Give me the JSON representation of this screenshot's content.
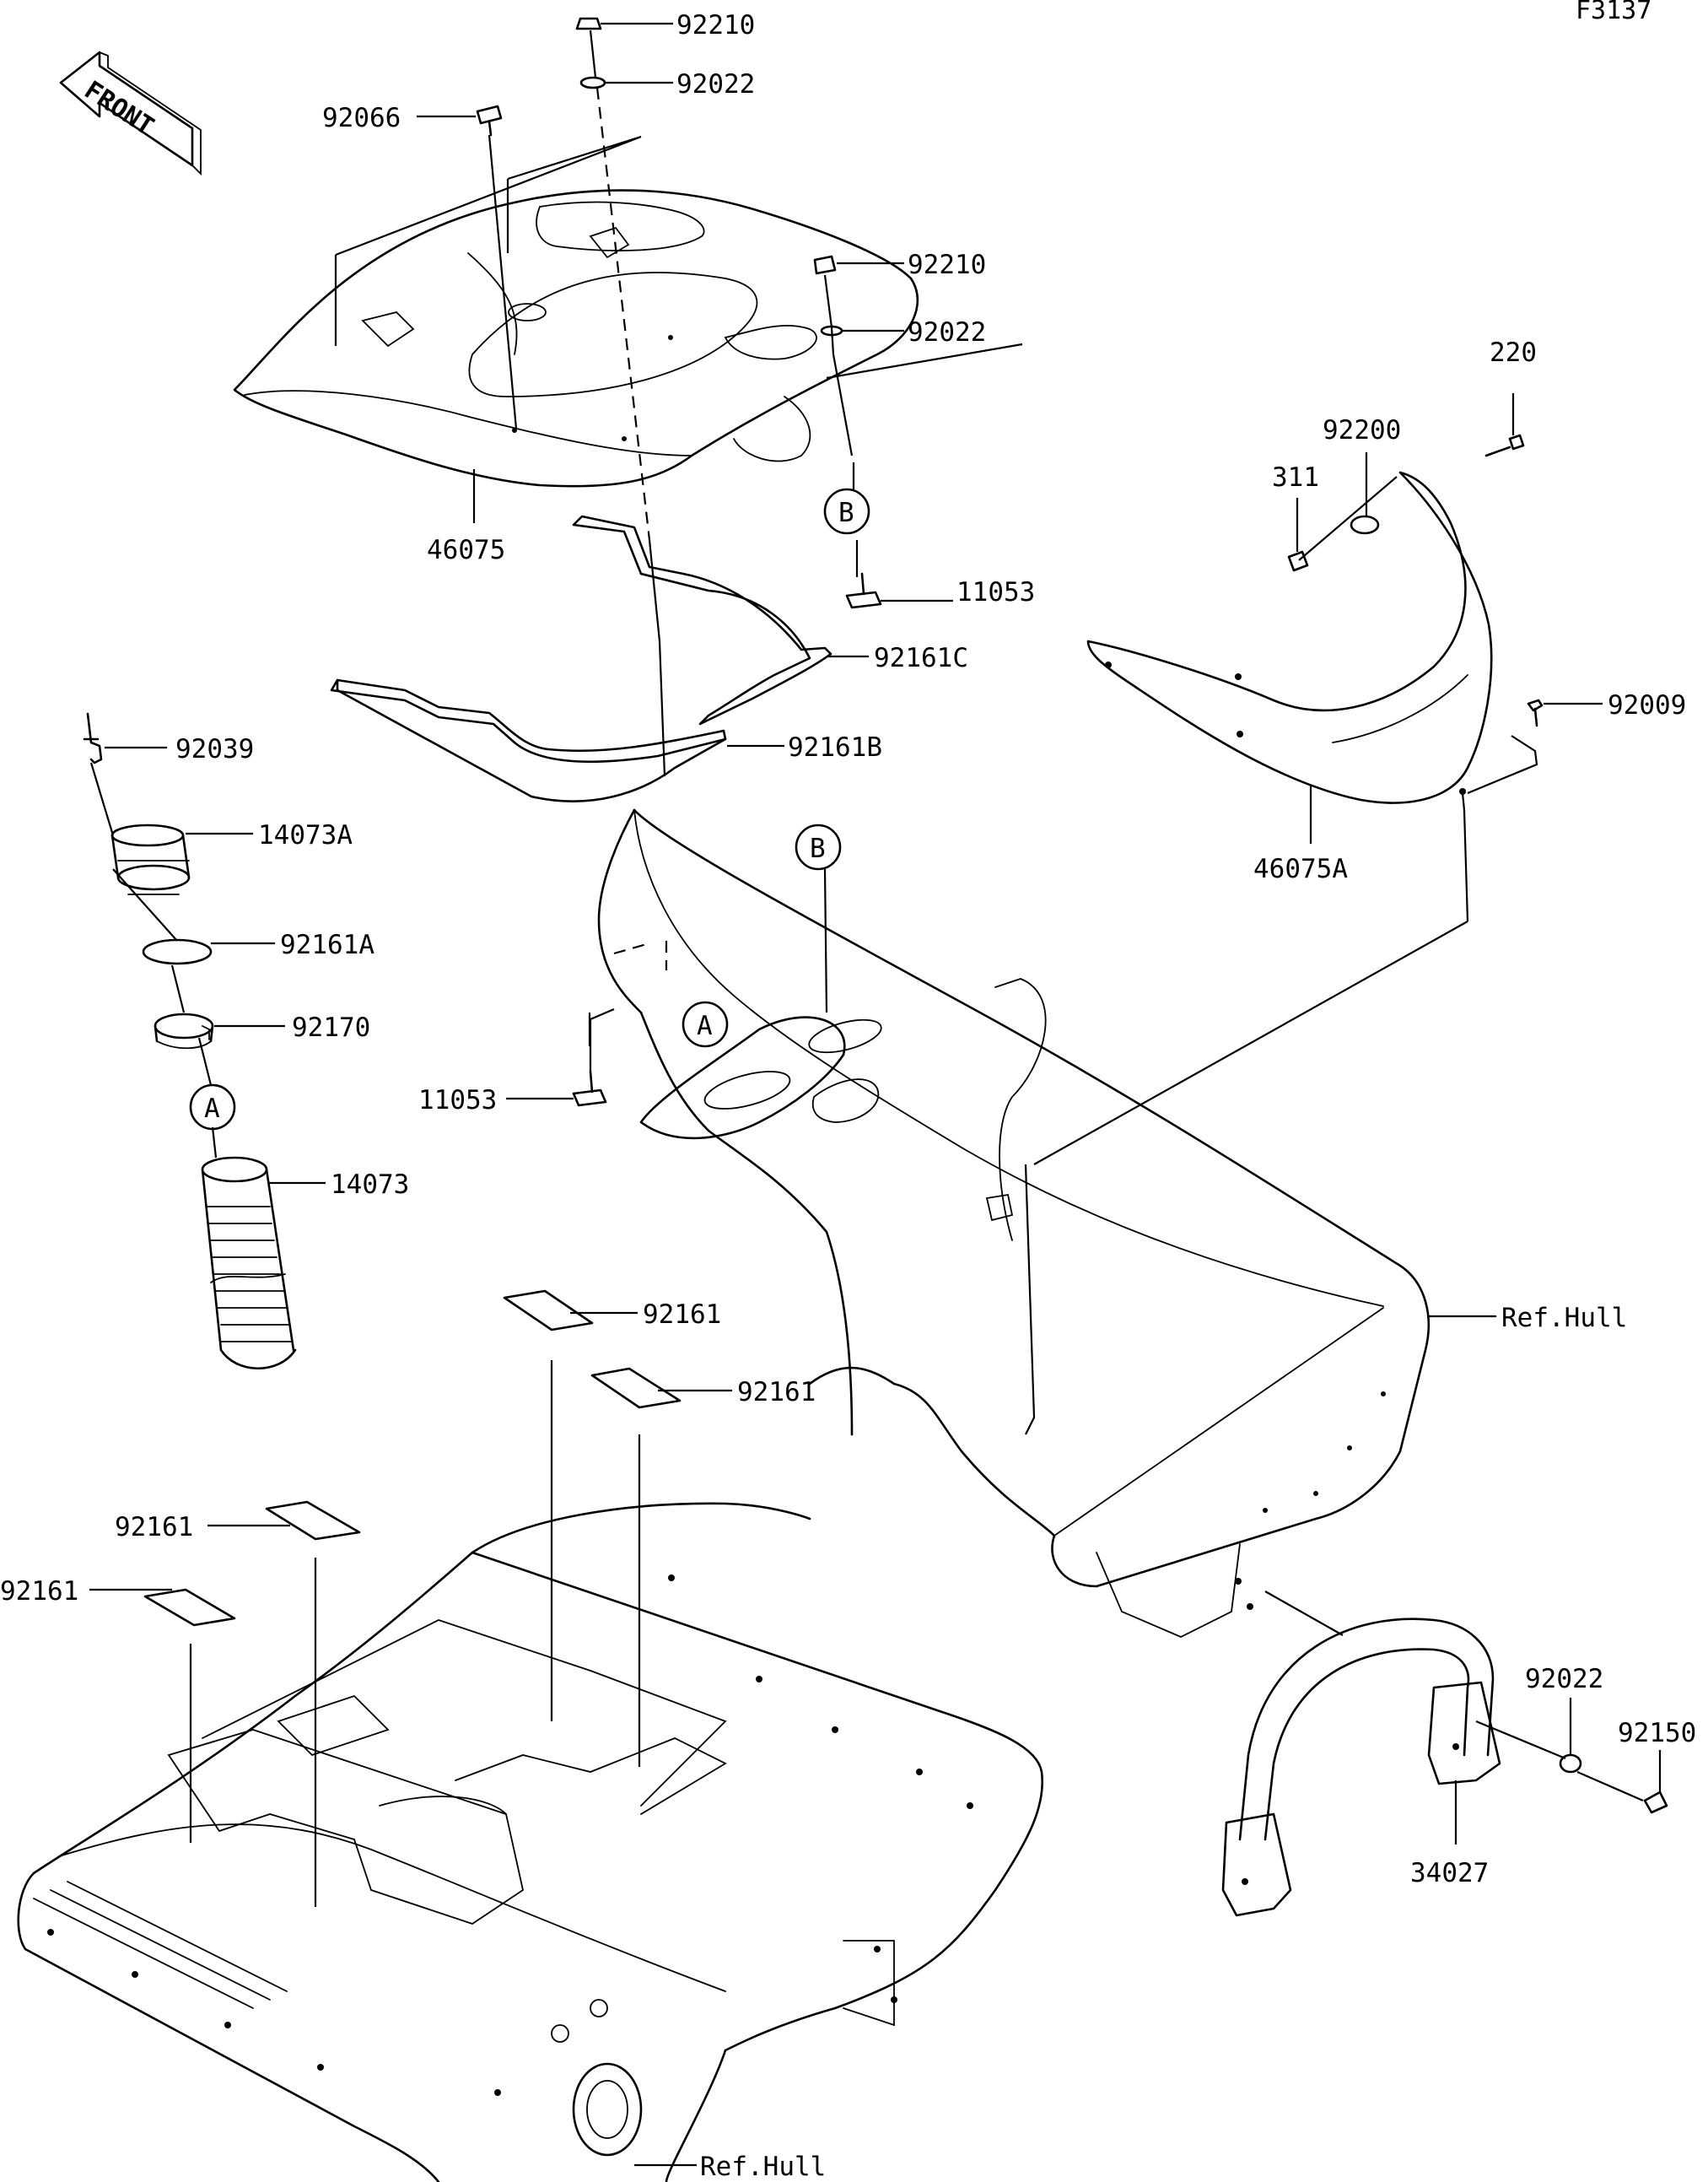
{
  "diagram_code": "F3137",
  "front_label": "FRONT",
  "reference_letters": {
    "a": "A",
    "b": "B"
  },
  "callouts": {
    "p92210_top": "92210",
    "p92022_top": "92022",
    "p92066": "92066",
    "p92210_mid": "92210",
    "p92022_mid": "92022",
    "p220": "220",
    "p92200": "92200",
    "p311": "311",
    "p46075": "46075",
    "p11053_top": "11053",
    "p92161C": "92161C",
    "p92161B": "92161B",
    "p92009": "92009",
    "p46075A": "46075A",
    "p92039": "92039",
    "p14073A": "14073A",
    "p92161A": "92161A",
    "p92170": "92170",
    "p11053_mid": "11053",
    "p14073": "14073",
    "p92161_a": "92161",
    "p92161_b": "92161",
    "p92161_c": "92161",
    "p92161_d": "92161",
    "p92022_bottom": "92022",
    "p92150": "92150",
    "p34027": "34027",
    "ref_hull_right": "Ref.Hull",
    "ref_hull_bottom": "Ref.Hull"
  }
}
